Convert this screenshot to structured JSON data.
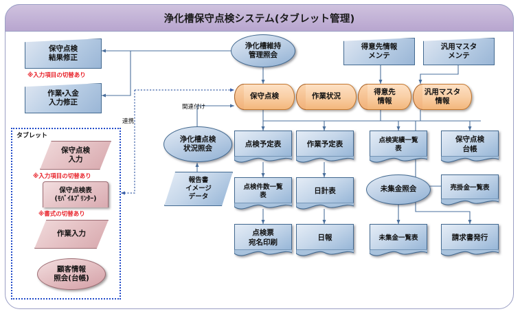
{
  "header": {
    "title": "浄化槽保守点検システム(タブレット管理)",
    "accent_color": "#c2b2d6",
    "border_color": "#9a9ec4"
  },
  "palette": {
    "blue_fill": "#bcd0e6",
    "blue_border": "#41688f",
    "orange_fill": "#f9cfa6",
    "orange_border": "#c4762c",
    "pink_fill": "#e6c3c6",
    "pink_border": "#9c6b72",
    "note_red": "#e8222a",
    "dashed_blue": "#1f49c9",
    "wire": "#4a6f9c"
  },
  "edit_nodes": [
    {
      "id": "hoshu-kekka-shusei",
      "label": "保守点検\n結果修正",
      "shape": "trapezoid"
    },
    {
      "id": "sagyo-nyukin-shusei",
      "label": "作業・入金\n入力修正",
      "shape": "trapezoid"
    }
  ],
  "inquiry_node": {
    "id": "jokaso-iji-kanri-shokai",
    "label": "浄化槽維持\n管理照会",
    "shape": "ellipse"
  },
  "maintenance_nodes": [
    {
      "id": "tokuisaki-joho-mente",
      "label": "得意先情報\nメンテ",
      "shape": "trapezoid"
    },
    {
      "id": "hanyo-master-mente",
      "label": "汎用マスタ\nメンテ",
      "shape": "trapezoid"
    }
  ],
  "data_stores": [
    {
      "id": "ds-hoshu-tenken",
      "label": "保守点検",
      "shape": "tape"
    },
    {
      "id": "ds-sagyo-jokyo",
      "label": "作業状況",
      "shape": "tape"
    },
    {
      "id": "ds-tokuisaki-joho",
      "label": "得意先\n情報",
      "shape": "tape"
    },
    {
      "id": "ds-hanyo-master",
      "label": "汎用マスタ\n情報",
      "shape": "tape"
    }
  ],
  "center_nodes": [
    {
      "id": "jokaso-tenken-jokyo-shokai",
      "label": "浄化槽点検\n状況照会",
      "shape": "ellipse"
    },
    {
      "id": "hokokusho-image-data",
      "label": "報告書\nイメージ\nデータ",
      "shape": "parallelogram"
    }
  ],
  "report_nodes": [
    {
      "id": "tenken-yotei-hyo",
      "label": "点検予定表",
      "shape": "document"
    },
    {
      "id": "sagyo-yotei-hyo",
      "label": "作業予定表",
      "shape": "document"
    },
    {
      "id": "tenken-jisseki-ichiran-hyo",
      "label": "点検実績一覧\n表",
      "shape": "document"
    },
    {
      "id": "hoshu-tenken-daicho",
      "label": "保守点検\n台帳",
      "shape": "document"
    },
    {
      "id": "tenken-kensu-ichiran-hyo",
      "label": "点検件数一覧\n表",
      "shape": "document"
    },
    {
      "id": "nikkei-hyo",
      "label": "日計表",
      "shape": "document"
    },
    {
      "id": "mishukin-shokai",
      "label": "未集金照会",
      "shape": "ellipse"
    },
    {
      "id": "urikakekin-ichiran-hyo",
      "label": "売掛金一覧表",
      "shape": "document"
    },
    {
      "id": "tenken-hyo-atena-insatsu",
      "label": "点検票\n宛名印刷",
      "shape": "document"
    },
    {
      "id": "nippo",
      "label": "日報",
      "shape": "document"
    },
    {
      "id": "mishukin-ichiran-hyo",
      "label": "未集金一覧表",
      "shape": "document"
    },
    {
      "id": "seikyusho-hakko",
      "label": "請求書発行",
      "shape": "document"
    }
  ],
  "tablet_group": {
    "label": "タブレット",
    "border_style": "dotted",
    "items": [
      {
        "id": "hoshu-tenken-nyuryoku",
        "label": "保守点検\n入力",
        "shape": "parallelogram"
      },
      {
        "id": "hoshu-tenken-hyo",
        "label": "保守点検表\n(ﾓﾊﾞｲﾙﾌﾟﾘﾝﾀｰ)",
        "shape": "document"
      },
      {
        "id": "sagyo-nyuryoku",
        "label": "作業入力",
        "shape": "parallelogram"
      },
      {
        "id": "kokyaku-joho-shokai",
        "label": "顧客情報\n照会(台帳)",
        "shape": "ellipse"
      }
    ],
    "notes": [
      {
        "id": "note-nyuryoku-komoku",
        "text": "※入力項目の切替あり"
      },
      {
        "id": "note-shoshiki",
        "text": "※書式の切替あり"
      }
    ]
  },
  "notes": [
    {
      "id": "note-edit-nyuryoku-komoku",
      "text": "※入力項目の切替あり"
    }
  ],
  "connector_labels": [
    {
      "id": "label-kanrenduke",
      "text": "関連付け"
    },
    {
      "id": "label-renkei",
      "text": "連携"
    }
  ]
}
